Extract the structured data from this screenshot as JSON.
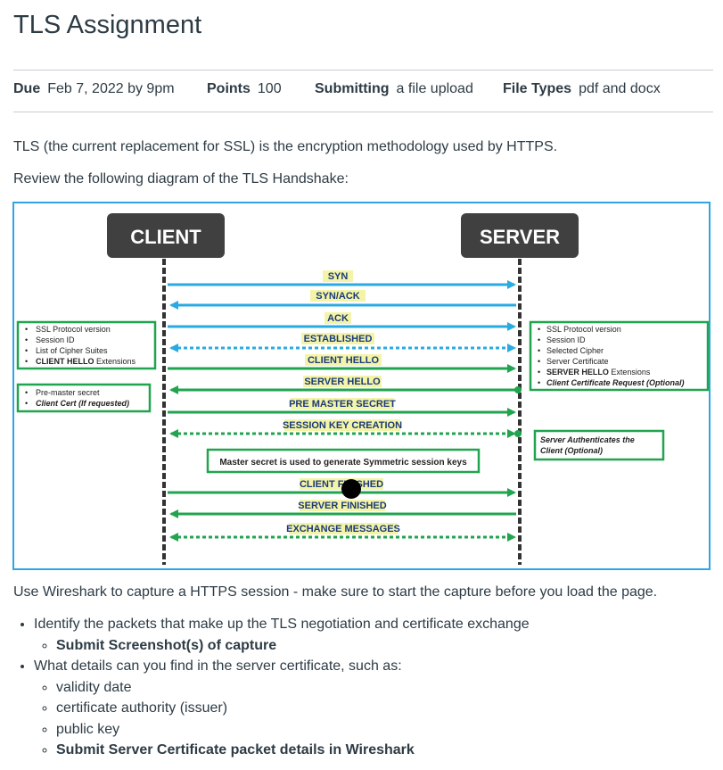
{
  "page": {
    "title": "TLS Assignment"
  },
  "meta": {
    "due_label": "Due",
    "due_value": "Feb 7, 2022 by 9pm",
    "points_label": "Points",
    "points_value": "100",
    "submitting_label": "Submitting",
    "submitting_value": "a file upload",
    "filetypes_label": "File Types",
    "filetypes_value": "pdf and docx"
  },
  "intro": {
    "p1": "TLS (the current replacement for SSL) is the encryption methodology used by HTTPS.",
    "p2": "Review the following diagram of the TLS Handshake:"
  },
  "diagram": {
    "client": "CLIENT",
    "server": "SERVER",
    "messages": {
      "syn": "SYN",
      "synack": "SYN/ACK",
      "ack": "ACK",
      "established": "ESTABLISHED",
      "client_hello": "CLIENT HELLO",
      "server_hello": "SERVER HELLO",
      "pre_master_secret": "PRE MASTER SECRET",
      "session_key_creation": "SESSION KEY CREATION",
      "client_finished": "CLIENT FINISHED",
      "server_finished": "SERVER FINISHED",
      "exchange_messages": "EXCHANGE MESSAGES"
    },
    "client_box1": [
      "SSL Protocol version",
      "Session ID",
      "List of Cipher Suites"
    ],
    "client_box1_last_bold": "CLIENT HELLO",
    "client_box1_last_rest": " Extensions",
    "client_box2": [
      "Pre-master secret",
      "Client Cert (If requested)"
    ],
    "server_box1": [
      "SSL Protocol version",
      "Session ID",
      "Selected Cipher",
      "Server Certificate"
    ],
    "server_box1_hello_bold": "SERVER HELLO",
    "server_box1_hello_rest": " Extensions",
    "server_box1_last": "Client Certificate Request (Optional)",
    "server_box2": [
      "Server Authenticates the",
      "Client (Optional)"
    ],
    "master_secret": "Master secret is used to generate Symmetric session keys",
    "colors": {
      "blue": "#29abe2",
      "green": "#21a44f",
      "header": "#404040",
      "label_bg": "#f4f4a8"
    }
  },
  "after": {
    "p3": "Use Wireshark to capture a HTTPS session - make sure to start the capture before you load the page.",
    "b1": "Identify the packets that make up the TLS negotiation and certificate exchange",
    "b1_sub1": "Submit Screenshot(s) of capture",
    "b2": "What details can you find in the server certificate, such as:",
    "b2_sub": [
      "validity date",
      "certificate authority (issuer)",
      "public key"
    ],
    "b2_sub_bold": "Submit  Server Certificate packet details in Wireshark"
  }
}
